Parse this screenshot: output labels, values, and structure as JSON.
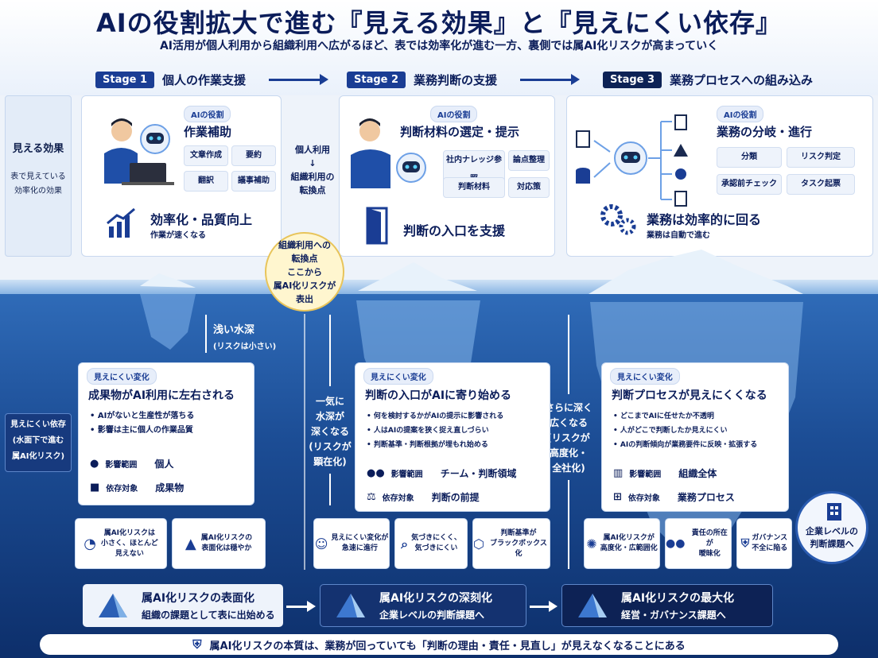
{
  "title": "AIの役割拡大で進む『見える効果』と『見えにくい依存』",
  "subtitle": "AI活用が個人利用から組織利用へ広がるほど、表では効率化が進む一方、裏側では属AI化リスクが高まっていく",
  "visible_side": {
    "title": "見える効果",
    "line1": "表で見えている",
    "line2": "効率化の効果"
  },
  "hidden_side": {
    "line1": "見えにくい依存",
    "line2": "(水面下で進む",
    "line3": "属AI化リスク)"
  },
  "stages": [
    {
      "pill": "Stage 1",
      "label": "個人の作業支援"
    },
    {
      "pill": "Stage 2",
      "label": "業務判断の支援"
    },
    {
      "pill": "Stage 3",
      "label": "業務プロセスへの組み込み"
    }
  ],
  "role_label": "AIの役割",
  "cards": [
    {
      "role_title": "作業補助",
      "chips": [
        "文章作成",
        "要約",
        "翻訳",
        "議事補助"
      ],
      "effect_title": "効率化・品質向上",
      "effect_sub": "作業が速くなる"
    },
    {
      "role_title": "判断材料の選定・提示",
      "chips": [
        "社内ナレッジ参照",
        "論点整理",
        "判断材料",
        "対応策"
      ],
      "effect_title": "判断の入口を支援",
      "effect_sub": ""
    },
    {
      "role_title": "業務の分岐・進行",
      "chips": [
        "分類",
        "リスク判定",
        "承認前チェック",
        "タスク起票"
      ],
      "effect_title": "業務は効率的に回る",
      "effect_sub": "業務は自動で進む"
    }
  ],
  "center_note": {
    "line1": "個人利用",
    "line2": "↓",
    "line3": "組織利用の",
    "line4": "転換点"
  },
  "turn_bubble": {
    "line1": "組織利用への",
    "line2": "転換点",
    "line3": "ここから",
    "line4": "属AI化リスクが",
    "line5": "表出"
  },
  "shallow": {
    "title": "浅い水深",
    "sub": "(リスクは小さい)"
  },
  "deepen1": {
    "l1": "一気に",
    "l2": "水深が",
    "l3": "深くなる",
    "l4": "(リスクが",
    "l5": "顕在化)"
  },
  "deepen2": {
    "l1": "さらに深く",
    "l2": "広くなる",
    "l3": "(リスクが",
    "l4": "高度化・",
    "l5": "全社化)"
  },
  "hidden_label": "見えにくい変化",
  "scope_label": "影響範囲",
  "dep_label": "依存対象",
  "hidden_cards": [
    {
      "title": "成果物がAI利用に左右される",
      "bullets": [
        "AIがないと生産性が落ちる",
        "影響は主に個人の作業品質"
      ],
      "scope": "個人",
      "dep": "成果物"
    },
    {
      "title": "判断の入口がAIに寄り始める",
      "bullets": [
        "何を検討するかがAIの提示に影響される",
        "人はAIの提案を狭く捉え直しづらい",
        "判断基準・判断根拠が埋もれ始める"
      ],
      "scope": "チーム・判断領域",
      "dep": "判断の前提"
    },
    {
      "title": "判断プロセスが見えにくくなる",
      "bullets": [
        "どこまでAIに任せたか不透明",
        "人がどこで判断したか見えにくい",
        "AIの判断傾向が業務要件に反映・拡張する"
      ],
      "scope": "組織全体",
      "dep": "業務プロセス"
    }
  ],
  "minis": [
    {
      "l1": "属AI化リスクは",
      "l2": "小さく、ほとんど",
      "l3": "見えない"
    },
    {
      "l1": "属AI化リスクの",
      "l2": "表面化は穏やか",
      "l3": ""
    },
    {
      "l1": "見えにくい変化が",
      "l2": "急速に進行",
      "l3": ""
    },
    {
      "l1": "気づきにくく、",
      "l2": "気づきにくい",
      "l3": ""
    },
    {
      "l1": "判断基準が",
      "l2": "ブラックボックス化",
      "l3": ""
    },
    {
      "l1": "属AI化リスクが",
      "l2": "高度化・広範囲化",
      "l3": ""
    },
    {
      "l1": "責任の所在が",
      "l2": "曖昧化",
      "l3": ""
    },
    {
      "l1": "ガバナンス",
      "l2": "不全に陥る",
      "l3": ""
    }
  ],
  "enterprise": {
    "l1": "企業レベルの",
    "l2": "判断課題へ"
  },
  "bottom": [
    {
      "title": "属AI化リスクの表面化",
      "sub": "組織の課題として表に出始める"
    },
    {
      "title": "属AI化リスクの深刻化",
      "sub": "企業レベルの判断課題へ"
    },
    {
      "title": "属AI化リスクの最大化",
      "sub": "経営・ガバナンス課題へ"
    }
  ],
  "footer": "属AI化リスクの本質は、業務が回っていても「判断の理由・責任・見直し」が見えなくなることにある",
  "colors": {
    "navy": "#0b1d5a",
    "accent": "#1a3d94",
    "water_top": "#2f6bb8",
    "water_bottom": "#0d2f6b",
    "bubble": "#fff6cf"
  }
}
